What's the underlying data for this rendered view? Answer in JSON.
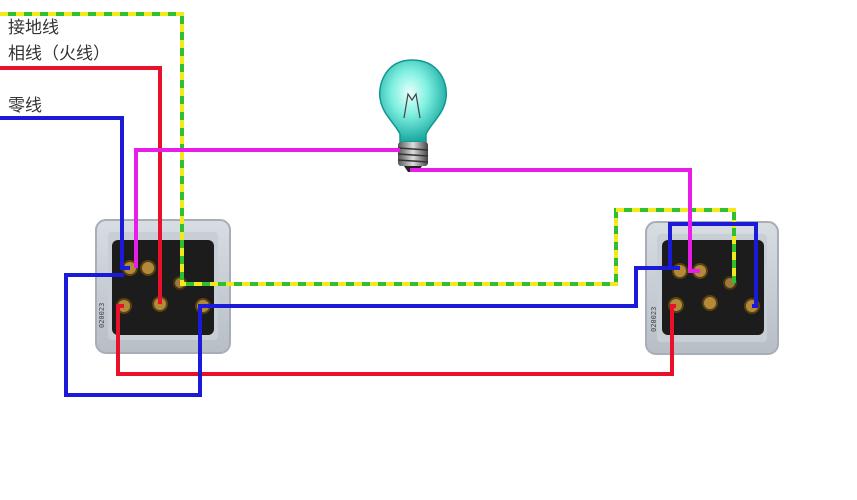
{
  "labels": {
    "ground": "接地线",
    "live": "相线（火线）",
    "neutral": "零线"
  },
  "switches": {
    "left_code": "020023",
    "right_code": "020023"
  },
  "colors": {
    "ground_green": "#2ec02e",
    "ground_yellow": "#f2e81e",
    "live": "#e8102a",
    "neutral": "#1a1ad8",
    "control": "#e81ee8",
    "bulb": "#5fe8d8"
  },
  "icons": {
    "bulb": "light-bulb-icon",
    "switch": "wall-switch-icon"
  }
}
